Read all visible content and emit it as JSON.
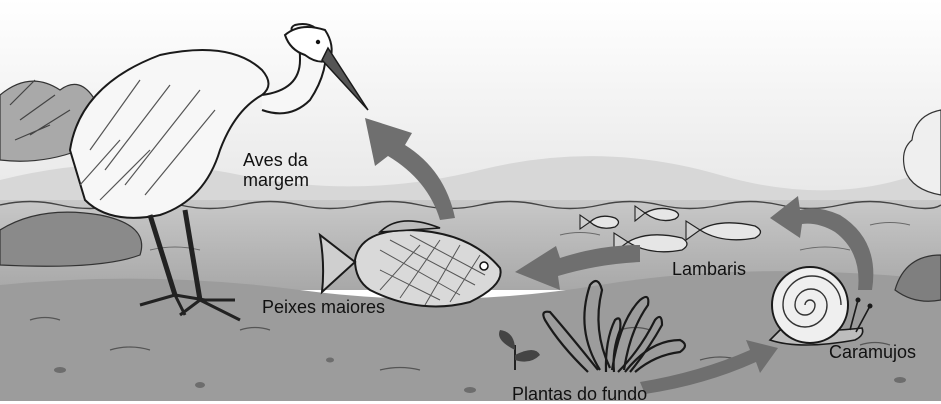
{
  "labels": {
    "aves_line1": "Aves da",
    "aves_line2": "margem",
    "peixes_maiores": "Peixes maiores",
    "lambaris": "Lambaris",
    "caramujos": "Caramujos",
    "plantas_do_fundo": "Plantas do fundo"
  },
  "colors": {
    "arrow": "#6f6f6f",
    "sky": "#f2f2f2",
    "water": "#b9b9b9",
    "ground": "#9a9a9a",
    "ink": "#1a1a1a"
  }
}
